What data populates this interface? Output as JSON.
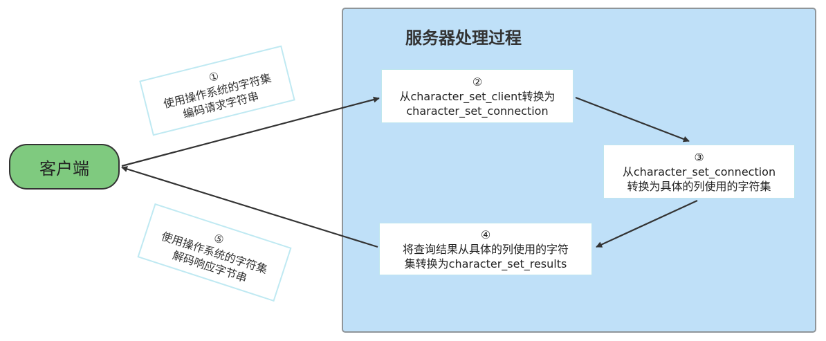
{
  "panel": {
    "title": "服务器处理过程"
  },
  "client": {
    "label": "客户端"
  },
  "steps": [
    {
      "num": "②",
      "line1": "从character_set_client转换为",
      "line2": "character_set_connection"
    },
    {
      "num": "③",
      "line1": "从character_set_connection",
      "line2": "转换为具体的列使用的字符集"
    },
    {
      "num": "④",
      "line1": "将查询结果从具体的列使用的字符",
      "line2": "集转换为character_set_results"
    }
  ],
  "notes": [
    {
      "num": "①",
      "line1": "使用操作系统的字符集",
      "line2": "编码请求字符串"
    },
    {
      "num": "⑤",
      "line1": "使用操作系统的字符集",
      "line2": "解码响应字节串"
    }
  ]
}
